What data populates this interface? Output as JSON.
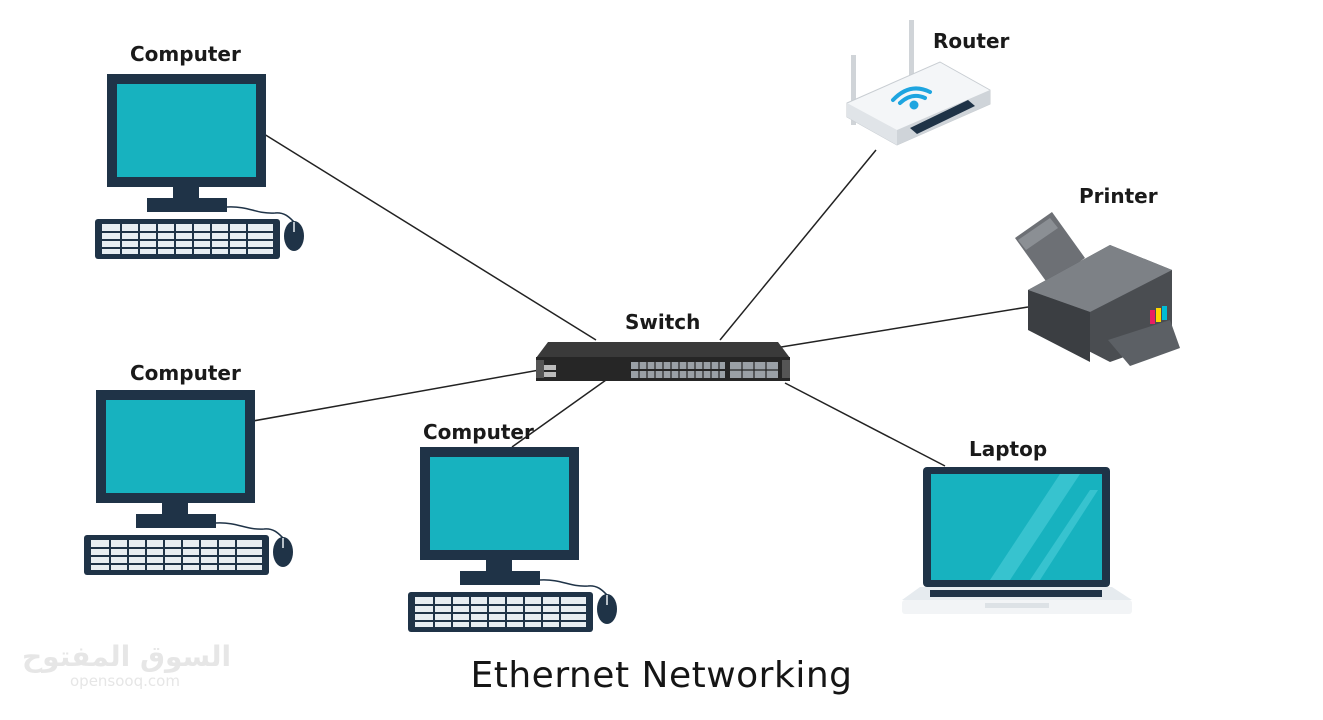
{
  "diagram": {
    "title": "Ethernet Networking",
    "nodes": {
      "switch": "Switch",
      "router": "Router",
      "printer": "Printer",
      "laptop": "Laptop",
      "computer_top_left": "Computer",
      "computer_mid_left": "Computer",
      "computer_bottom": "Computer"
    },
    "connections": [
      [
        "computer_top_left",
        "switch"
      ],
      [
        "computer_mid_left",
        "switch"
      ],
      [
        "computer_bottom",
        "switch"
      ],
      [
        "router",
        "switch"
      ],
      [
        "printer",
        "switch"
      ],
      [
        "laptop",
        "switch"
      ]
    ],
    "colors": {
      "screen": "#17b2bf",
      "bezel": "#1f3347",
      "switch_body": "#2b2b2b",
      "line": "#222222"
    },
    "watermark": {
      "arabic": "السوق المفتوح",
      "latin": "opensooq.com"
    }
  }
}
